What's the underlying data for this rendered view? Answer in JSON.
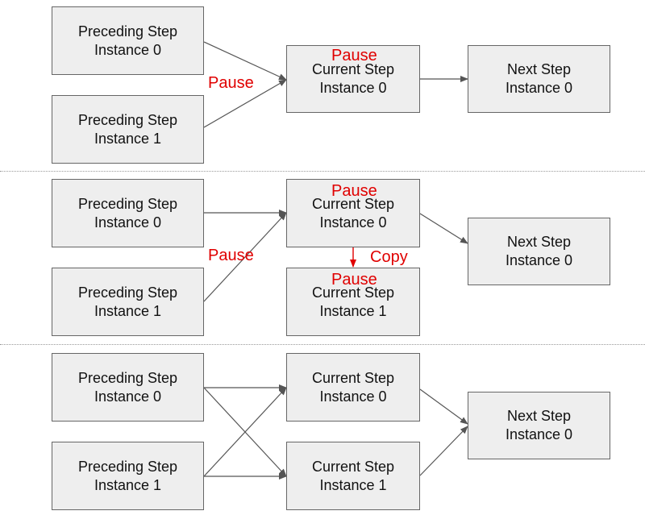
{
  "colors": {
    "box_fill": "#eeeeee",
    "box_border": "#666666",
    "arrow": "#555555",
    "pause": "#e00000",
    "copy_arrow": "#e00000"
  },
  "words": {
    "pause": "Pause",
    "copy": "Copy"
  },
  "panels": [
    {
      "preceding": [
        {
          "title": "Preceding Step",
          "instance": "Instance 0"
        },
        {
          "title": "Preceding Step",
          "instance": "Instance 1"
        }
      ],
      "current": [
        {
          "title": "Current Step",
          "instance": "Instance 0"
        }
      ],
      "next": {
        "title": "Next Step",
        "instance": "Instance 0"
      }
    },
    {
      "preceding": [
        {
          "title": "Preceding Step",
          "instance": "Instance 0"
        },
        {
          "title": "Preceding Step",
          "instance": "Instance 1"
        }
      ],
      "current": [
        {
          "title": "Current Step",
          "instance": "Instance 0"
        },
        {
          "title": "Current Step",
          "instance": "Instance 1"
        }
      ],
      "next": {
        "title": "Next Step",
        "instance": "Instance 0"
      }
    },
    {
      "preceding": [
        {
          "title": "Preceding Step",
          "instance": "Instance 0"
        },
        {
          "title": "Preceding Step",
          "instance": "Instance 1"
        }
      ],
      "current": [
        {
          "title": "Current Step",
          "instance": "Instance 0"
        },
        {
          "title": "Current Step",
          "instance": "Instance 1"
        }
      ],
      "next": {
        "title": "Next Step",
        "instance": "Instance 0"
      }
    }
  ]
}
